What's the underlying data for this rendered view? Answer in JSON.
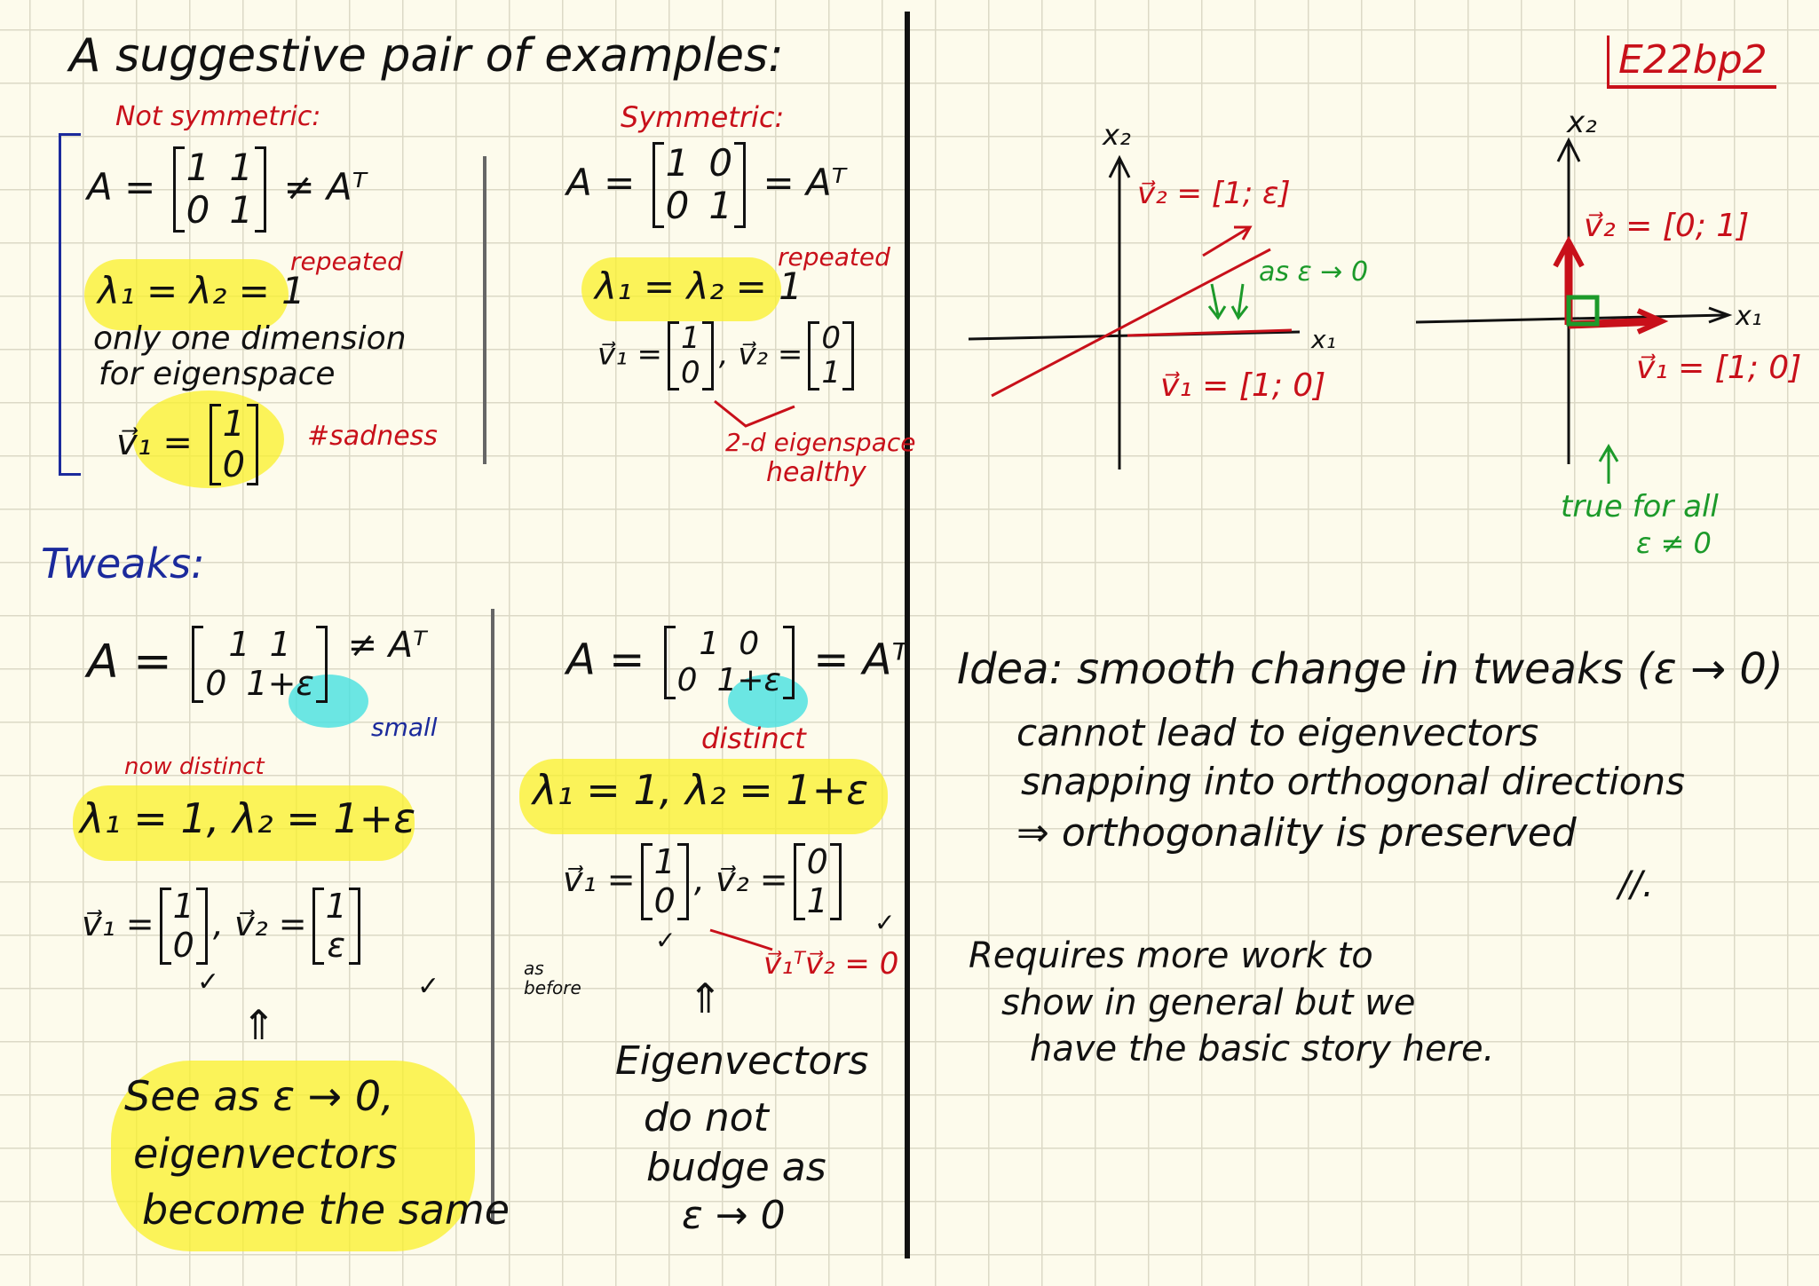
{
  "title": "A suggestive pair of examples:",
  "page_tag": "E22bp2",
  "left": {
    "label": "Not symmetric:",
    "matrix_name": "A =",
    "matrix": [
      [
        "1",
        "1"
      ],
      [
        "0",
        "1"
      ]
    ],
    "relation": "≠ Aᵀ",
    "eigenvalues": "λ₁ = λ₂ = 1",
    "note": "repeated",
    "text1": "only one dimension",
    "text2": "for eigenspace",
    "vector_name": "v⃗₁ =",
    "vector": [
      "1",
      "0"
    ],
    "comment": "#sadness"
  },
  "right": {
    "label": "Symmetric:",
    "matrix_name": "A =",
    "matrix": [
      [
        "1",
        "0"
      ],
      [
        "0",
        "1"
      ]
    ],
    "relation": "= Aᵀ",
    "eigenvalues": "λ₁ = λ₂ = 1",
    "note": "repeated",
    "v1_name": "v⃗₁ =",
    "v1": [
      "1",
      "0"
    ],
    "v2_name": "v⃗₂ =",
    "v2": [
      "0",
      "1"
    ],
    "comment1": "2-d eigenspace",
    "comment2": "healthy"
  },
  "tweaks": {
    "heading": "Tweaks:",
    "left": {
      "matrix_name": "A =",
      "matrix": [
        [
          "1",
          "1"
        ],
        [
          "0",
          "1+ε"
        ]
      ],
      "relation": "≠ Aᵀ",
      "small_note": "small",
      "distinct_note": "now distinct",
      "eigenvalues": "λ₁ = 1,  λ₂ = 1+ε",
      "v1_name": "v⃗₁ =",
      "v1": [
        "1",
        "0"
      ],
      "v2_name": "v⃗₂ =",
      "v2": [
        "1",
        "ε"
      ],
      "check": "✓",
      "arrow": "⇑",
      "conclusion": [
        "See as ε → 0,",
        "eigenvectors",
        "become the same"
      ]
    },
    "right": {
      "matrix_name": "A =",
      "matrix": [
        [
          "1",
          "0"
        ],
        [
          "0",
          "1+ε"
        ]
      ],
      "relation": "= Aᵀ",
      "distinct_note": "distinct",
      "eigenvalues": "λ₁ = 1,  λ₂ = 1+ε",
      "v1_name": "v⃗₁ =",
      "v1": [
        "1",
        "0"
      ],
      "v2_name": "v⃗₂ =",
      "v2": [
        "0",
        "1"
      ],
      "check": "✓",
      "as_before": "as before",
      "orthogonal": "v⃗₁ᵀv⃗₂ = 0",
      "arrow": "⇑",
      "conclusion": [
        "Eigenvectors",
        "do not",
        "budge as",
        "ε → 0"
      ]
    }
  },
  "graph1": {
    "x2": "x₂",
    "x1": "x₁",
    "v2": "v⃗₂ = [1; ε]",
    "v1": "v⃗₁ = [1; 0]",
    "note": "as ε → 0"
  },
  "graph2": {
    "x2": "x₂",
    "x1": "x₁",
    "v2": "v⃗₂ = [0; 1]",
    "v1": "v⃗₁ = [1; 0]",
    "note": [
      "true for all",
      "ε ≠ 0"
    ]
  },
  "idea": [
    "Idea: smooth change in tweaks (ε → 0)",
    "cannot lead to eigenvectors",
    "snapping into orthogonal directions",
    "⇒ orthogonality is preserved"
  ],
  "idea_end": "//.",
  "requires": [
    "Requires more work to",
    "show in general but we",
    "have the basic story here."
  ],
  "colors": {
    "red": "#c8101a",
    "blue": "#1b2a9c",
    "green": "#1c9a2a",
    "highlight": "#faf028",
    "cyan": "#46e1e1",
    "paper": "#fdfbec"
  }
}
